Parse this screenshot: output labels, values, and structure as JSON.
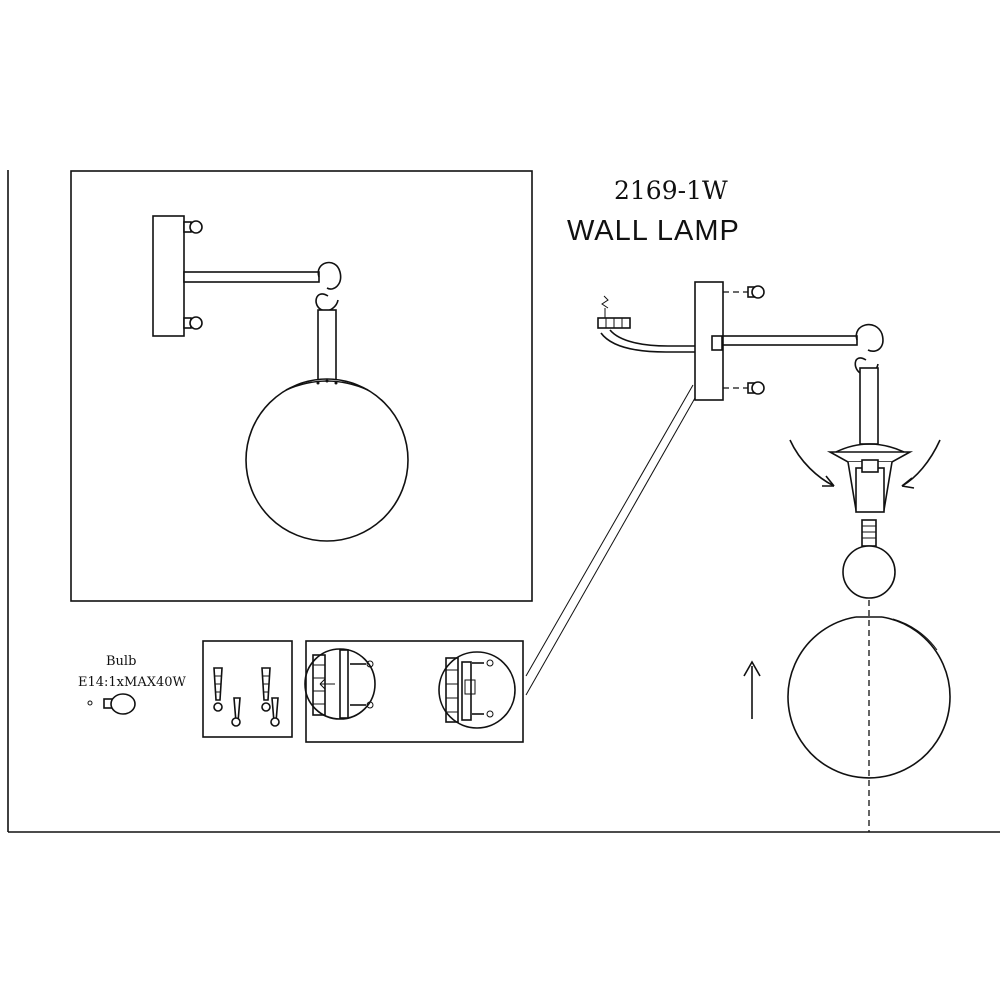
{
  "header": {
    "model_number": "2169-1W",
    "product_name": "WALL LAMP"
  },
  "bulb_spec": {
    "label": "Bulb",
    "value": "E14:1xMAX40W"
  }
}
